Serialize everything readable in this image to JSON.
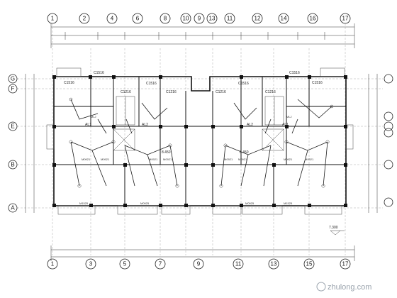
{
  "top_axes": [
    "1",
    "2",
    "4",
    "6",
    "8",
    "10",
    "9",
    "13",
    "11",
    "12",
    "14",
    "16",
    "17"
  ],
  "bottom_axes": [
    "1",
    "3",
    "5",
    "7",
    "9",
    "11",
    "13",
    "15",
    "17"
  ],
  "rows_left": [
    "G",
    "F",
    "E",
    "B",
    "A"
  ],
  "room_labels": {
    "c1516": "C1516",
    "c1216": "C1216",
    "m0921": "M0921",
    "m0925": "M0925",
    "m1525": "M1525",
    "al1": "AL1",
    "al2": "AL2",
    "level_8450": "8.450",
    "level_7300": "7.300",
    "mlj": "MLJ"
  },
  "watermark": "zhulong.com"
}
